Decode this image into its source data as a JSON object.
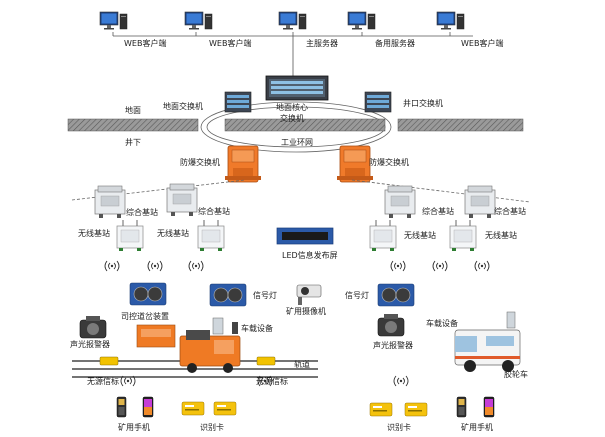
{
  "top": {
    "client1": "WEB客户端",
    "client2": "WEB客户端",
    "main_server": "主服务器",
    "backup_server": "备用服务器",
    "client3": "WEB客户端"
  },
  "core": {
    "ground_switch": "地面交换机",
    "core_switch": "地面核心\n交换机",
    "exit_switch": "井口交换机",
    "ground": "地面",
    "underground": "井下",
    "ring": "工业环网",
    "explosion_switch_left": "防爆交换机",
    "explosion_switch_right": "防爆交换机"
  },
  "stations": {
    "combo_1": "综合基站",
    "combo_2": "综合基站",
    "combo_3": "综合基站",
    "combo_4": "综合基站",
    "wireless_1": "无线基站",
    "wireless_2": "无线基站",
    "wireless_3": "无线基站",
    "wireless_4": "无线基站",
    "led_board": "LED信息发布屏"
  },
  "field": {
    "signal_lamp_1": "信号灯",
    "signal_lamp_2": "信号灯",
    "road_control": "司控道岔装置",
    "mining_camera": "矿用摄像机",
    "vehicle_device_1": "车载设备",
    "vehicle_device_2": "车载设备",
    "alarm_1": "声光报警器",
    "alarm_2": "声光报警器",
    "passive_beacon_1": "无源信标",
    "passive_beacon_2": "无源信标",
    "track": "轨道",
    "rubber_car": "胶轮车",
    "phone_1": "矿用手机",
    "phone_2": "矿用手机",
    "card_1": "识别卡",
    "card_2": "识别卡"
  },
  "colors": {
    "explosion_orange": "#f07a2a",
    "led_blue": "#2b5aa8",
    "locomotive_orange": "#ef7a24",
    "ground_hatch": "#8a8a8a"
  }
}
